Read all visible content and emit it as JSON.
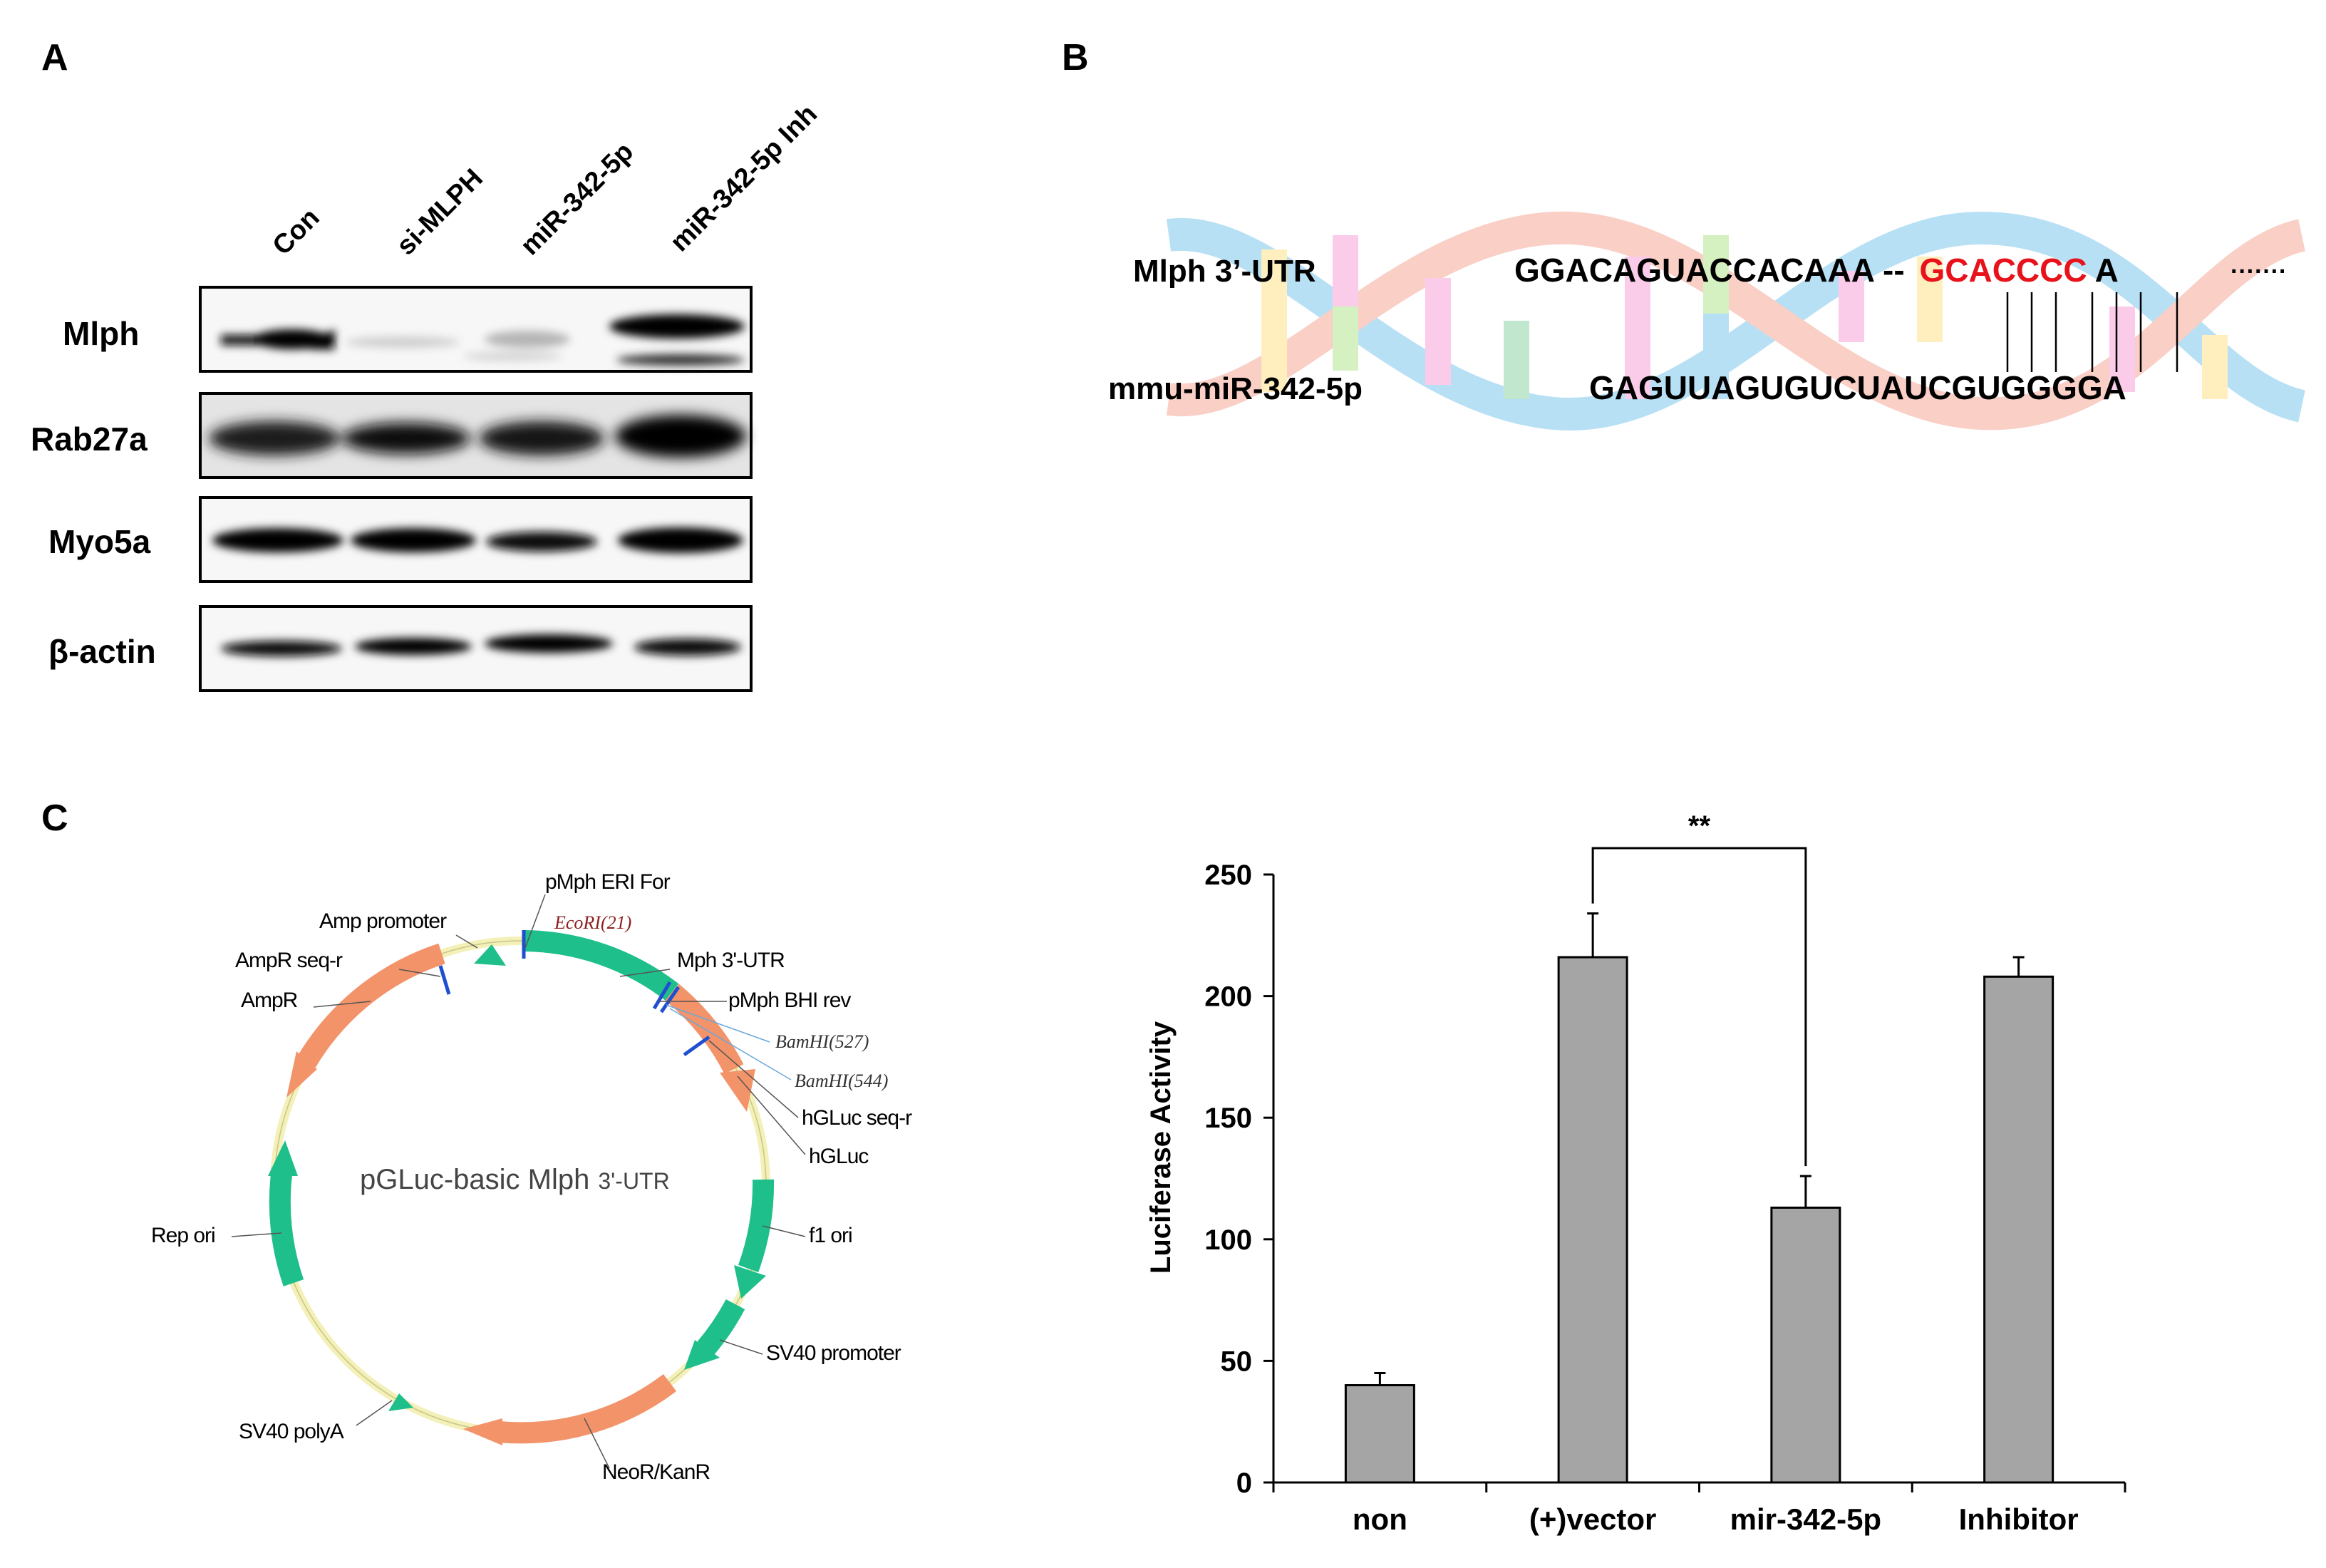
{
  "panels": {
    "a": {
      "letter": "A",
      "lanes": [
        "Con",
        "si-MLPH",
        "miR-342-5p",
        "miR-342-5p Inh"
      ],
      "blots": [
        "Mlph",
        "Rab27a",
        "Myo5a",
        "β-actin"
      ]
    },
    "b": {
      "letter": "B",
      "utr_label": "Mlph 3’-UTR",
      "utr_seq_black": "GGACAGUACCACAAA --",
      "utr_seq_red": "GCACCCC",
      "utr_seq_tail": "A",
      "utr_dots": "·······",
      "mir_label": "mmu-miR-342-5p",
      "mir_seq": "GAGUUAGUGUCUAUCGUGGGGA",
      "highlight_color": "#e8121a"
    },
    "c": {
      "letter": "C",
      "plasmid": {
        "title_main": "pGLuc-basic Mlph",
        "title_sub": "3'-UTR",
        "features": [
          "pMph ERI For",
          "Amp promoter",
          "AmpR seq-r",
          "AmpR",
          "Mph 3'-UTR",
          "pMph BHI rev",
          "hGLuc seq-r",
          "hGLuc",
          "f1 ori",
          "SV40 promoter",
          "NeoR/KanR",
          "SV40 polyA",
          "Rep ori"
        ],
        "sites": [
          {
            "name": "EcoRI",
            "pos": "(21)"
          },
          {
            "name": "BamHI",
            "pos": "(527)"
          },
          {
            "name": "BamHI",
            "pos": "(544)"
          }
        ],
        "colors": {
          "orange": "#f3936a",
          "green": "#1fbf8c",
          "backbone": "#f3f0b8",
          "site_marker": "#1f4fd0"
        }
      }
    }
  },
  "chart_data": {
    "type": "bar",
    "categories": [
      "non",
      "(+)vector",
      "mir-342-5p",
      "Inhibitor"
    ],
    "values": [
      40,
      216,
      113,
      208
    ],
    "errors": [
      5,
      18,
      13,
      8
    ],
    "ylabel": "Luciferase Activity",
    "ylim": [
      0,
      250
    ],
    "yticks": [
      "0",
      "50",
      "100",
      "150",
      "200",
      "250"
    ],
    "significance": {
      "label": "**",
      "from": "(+)vector",
      "to": "mir-342-5p"
    },
    "bar_color": "#a5a5a5"
  }
}
